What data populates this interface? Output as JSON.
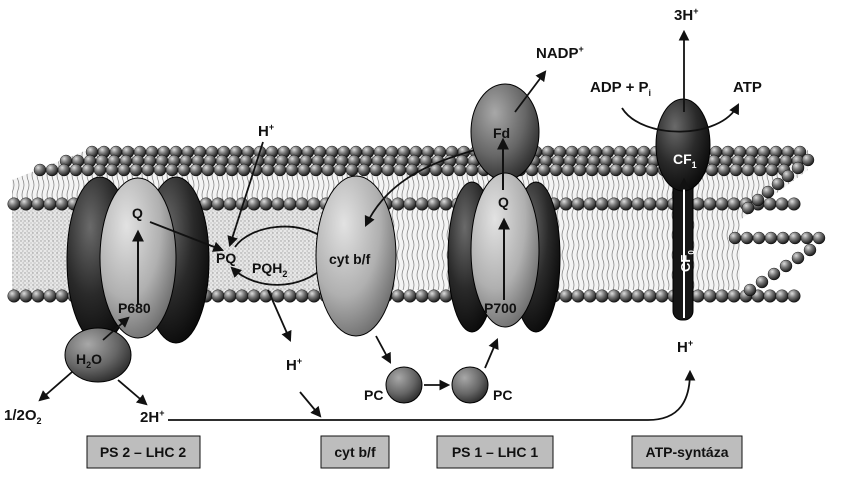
{
  "labels": {
    "h_top": "H",
    "h_top_sup": "+",
    "q_left": "Q",
    "p680": "P680",
    "h2o_main": "H",
    "h2o_sub": "2",
    "h2o_end": "O",
    "pq": "PQ",
    "pqh2_main": "PQH",
    "pqh2_sub": "2",
    "cytbf_inner": "cyt b/f",
    "h_mid": "H",
    "h_mid_sup": "+",
    "pc_left": "PC",
    "pc_right": "PC",
    "fd": "Fd",
    "q_right": "Q",
    "p700": "P700",
    "nadp": "NADP",
    "nadp_sup": "+",
    "h3_main": "3H",
    "h3_sup": "+",
    "adp_main": "ADP + P",
    "adp_sub": "i",
    "atp": "ATP",
    "cf1_main": "CF",
    "cf1_sub": "1",
    "cf0_main": "CF",
    "cf0_sub": "0",
    "h_right": "H",
    "h_right_sup": "+",
    "o2_main": "1/2O",
    "o2_sub": "2",
    "h2_main": "2H",
    "h2_sup": "+"
  },
  "boxes": {
    "ps2": "PS 2 – LHC 2",
    "cytbf": "cyt b/f",
    "ps1": "PS 1 – LHC 1",
    "atp": "ATP-syntáza"
  },
  "colors": {
    "bead_light": "#9a9a9a",
    "bead_dark": "#2a2a2a",
    "protein_light": "#b8b8b8",
    "protein_dark": "#222222",
    "protein_mid": "#6a6a6a",
    "box_fill": "#bdbdbd"
  }
}
